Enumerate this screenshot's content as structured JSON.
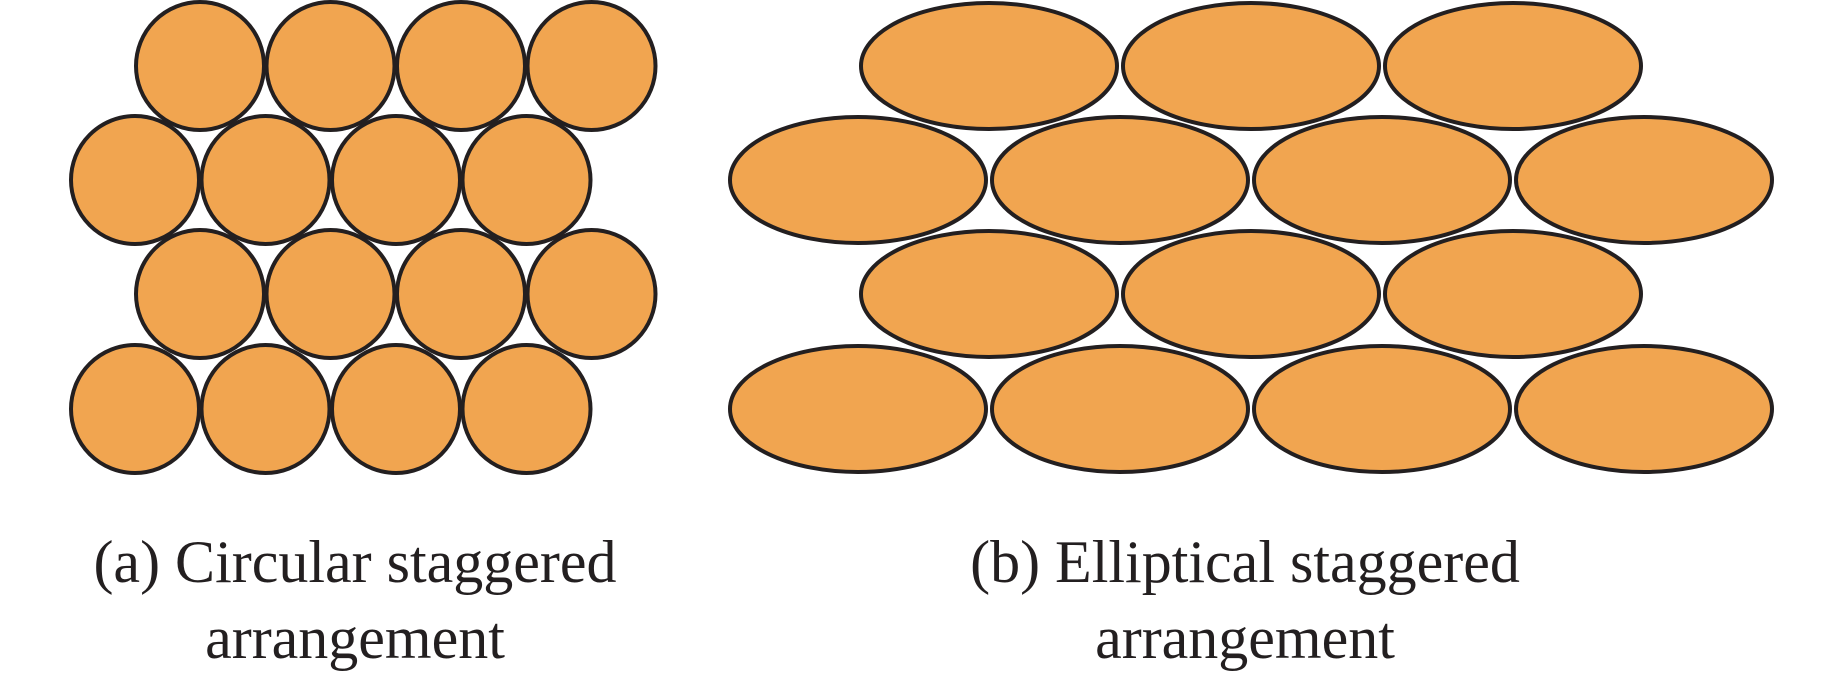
{
  "colors": {
    "fill": "#f1a550",
    "stroke": "#231f20"
  },
  "panel_a": {
    "caption_line1": "(a) Circular staggered",
    "caption_line2": "arrangement",
    "shape": "circle",
    "rows": [
      4,
      4,
      4,
      4
    ]
  },
  "panel_b": {
    "caption_line1": "(b) Elliptical staggered",
    "caption_line2": "arrangement",
    "shape": "ellipse",
    "rows": [
      3,
      4,
      3,
      4
    ]
  }
}
